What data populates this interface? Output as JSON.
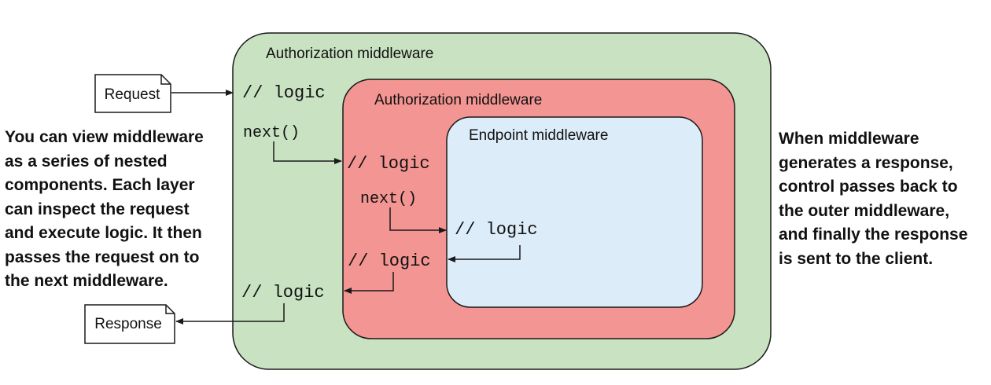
{
  "colors": {
    "outer_fill": "#c8e2c2",
    "middle_fill": "#f39592",
    "inner_fill": "#ddecf9",
    "stroke": "#1a1a1a"
  },
  "outer_middleware": {
    "title": "Authorization middleware",
    "logic_in": "// logic",
    "next_call": "next()",
    "logic_out": "// logic"
  },
  "middle_middleware": {
    "title": "Authorization middleware",
    "logic_in": "// logic",
    "next_call": "next()",
    "logic_out": "// logic"
  },
  "inner_middleware": {
    "title": "Endpoint middleware",
    "logic": "// logic"
  },
  "documents": {
    "request": "Request",
    "response": "Response"
  },
  "notes": {
    "left": "You can view middleware\nas a series of nested\ncomponents. Each layer\ncan inspect the request\nand execute logic. It then\npasses the request on to\nthe next middleware.",
    "right": "When middleware\ngenerates a response,\ncontrol passes back to\nthe outer middleware,\nand finally the response\nis sent to the client."
  }
}
